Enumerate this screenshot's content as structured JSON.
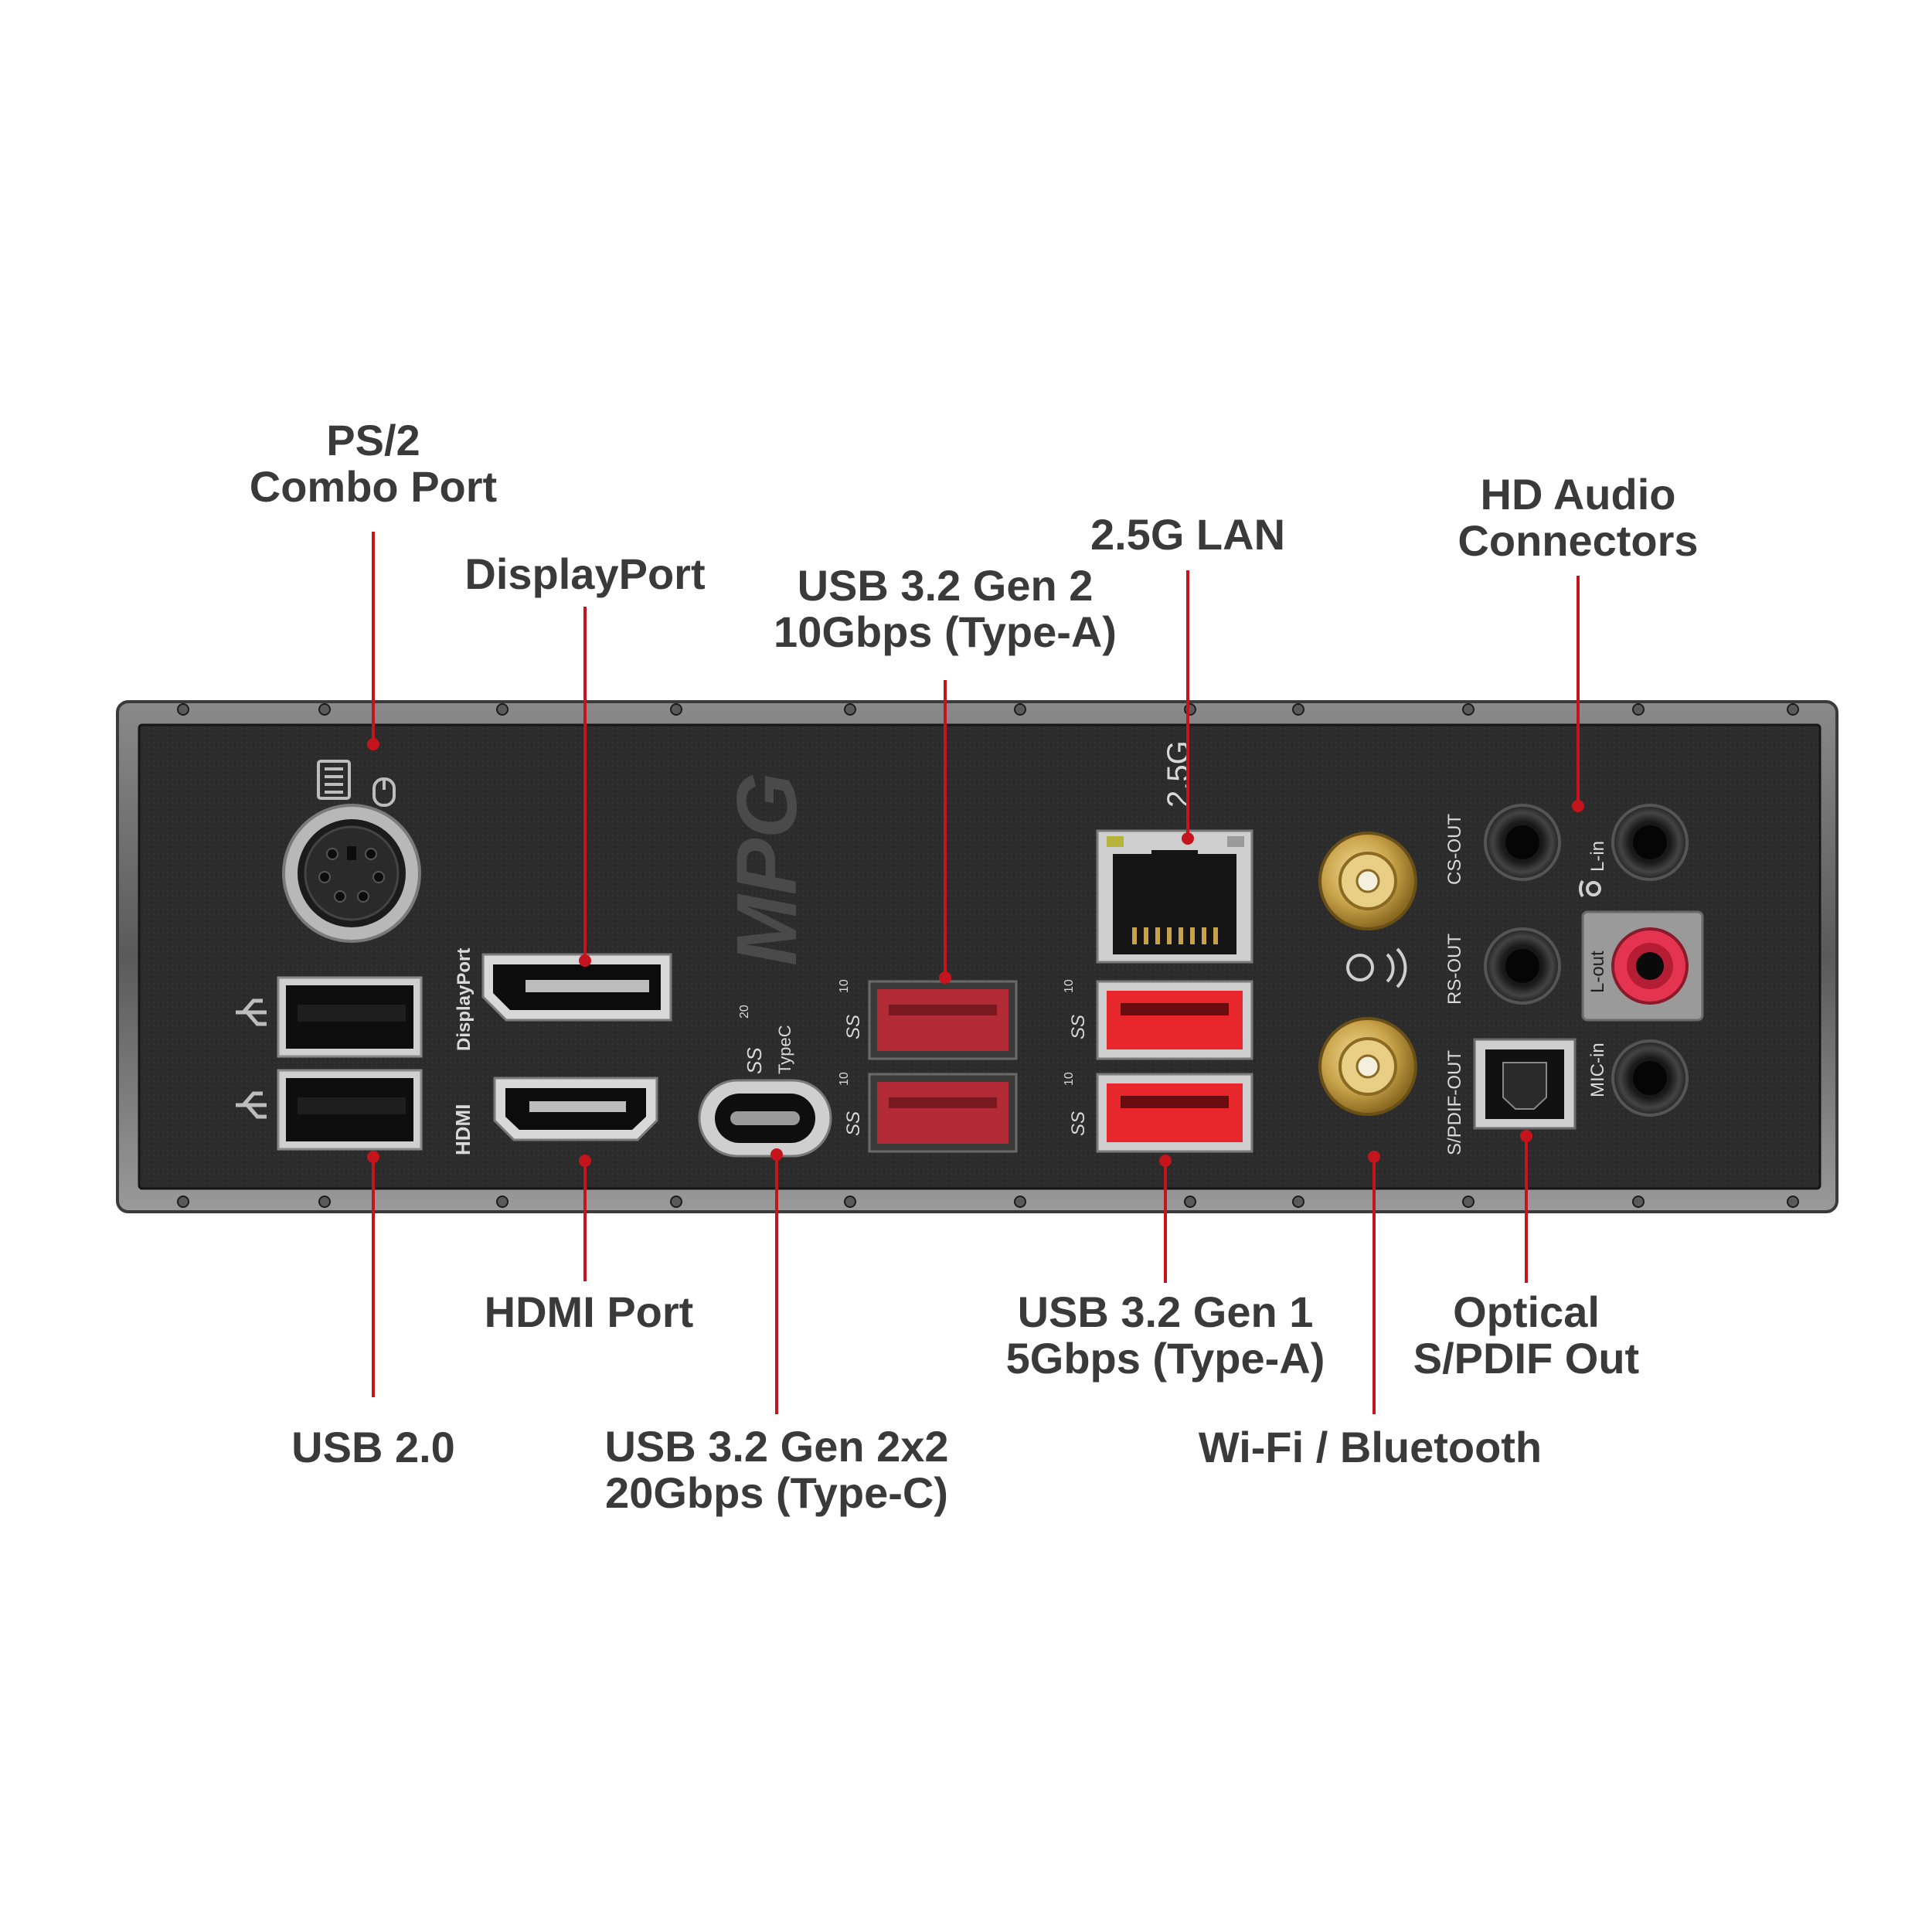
{
  "callouts": {
    "ps2": {
      "line1": "PS/2",
      "line2": "Combo Port"
    },
    "displayport": {
      "line1": "DisplayPort"
    },
    "usb_gen2": {
      "line1": "USB 3.2 Gen 2",
      "line2": "10Gbps (Type-A)"
    },
    "lan": {
      "line1": "2.5G LAN"
    },
    "hd_audio": {
      "line1": "HD Audio",
      "line2": "Connectors"
    },
    "hdmi": {
      "line1": "HDMI Port"
    },
    "usb_gen1": {
      "line1": "USB 3.2 Gen 1",
      "line2": "5Gbps (Type-A)"
    },
    "optical": {
      "line1": "Optical",
      "line2": "S/PDIF Out"
    },
    "usb20": {
      "line1": "USB 2.0"
    },
    "usb_gen2x2": {
      "line1": "USB 3.2 Gen 2x2",
      "line2": "20Gbps (Type-C)"
    },
    "wifi": {
      "line1": "Wi-Fi / Bluetooth"
    }
  },
  "panel_labels": {
    "displayport_vertical": "DisplayPort",
    "hdmi_logo": "HDMI",
    "typec": "TypeC",
    "lan_2_5g": "2.5G",
    "ss": "SS",
    "ss_20": "20",
    "ss_10": "10",
    "cs_out": "CS-OUT",
    "rs_out": "RS-OUT",
    "spdif_out": "S/PDIF-OUT",
    "l_in": "L-in",
    "l_out": "L-out",
    "mic_in": "MIC-in",
    "brand": "MPG"
  },
  "colors": {
    "callout_text": "#3a3a3a",
    "leader_line": "#c4141c",
    "panel": "#2b2b2b",
    "usb_gen2_port": "#b22a35",
    "usb_gen1_port": "#e8272c",
    "antenna_gold": "#c9a34a",
    "l_out_jack": "#e5344f"
  },
  "icons": [
    "keyboard-icon",
    "mouse-icon",
    "usb-icon",
    "audio-jack-icon",
    "wifi6-icon"
  ]
}
